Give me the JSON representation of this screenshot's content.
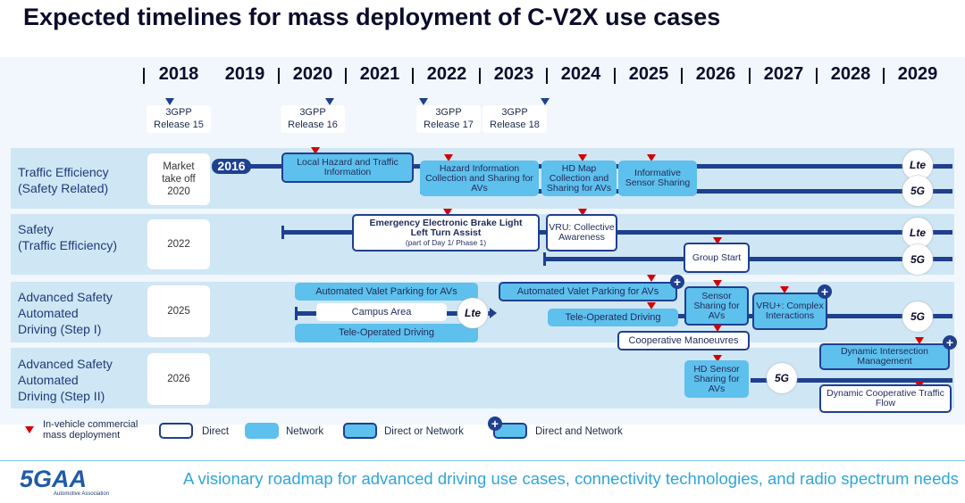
{
  "title": "Expected timelines for mass deployment of C-V2X use cases",
  "years": [
    "2018",
    "2019",
    "2020",
    "2021",
    "2022",
    "2023",
    "2024",
    "2025",
    "2026",
    "2027",
    "2028",
    "2029"
  ],
  "releases": [
    {
      "line1": "3GPP",
      "line2": "Release 15"
    },
    {
      "line1": "3GPP",
      "line2": "Release 16"
    },
    {
      "line1": "3GPP",
      "line2": "Release 17"
    },
    {
      "line1": "3GPP",
      "line2": "Release 18"
    }
  ],
  "rows": [
    {
      "label1": "Traffic Efficiency",
      "label2": "(Safety Related)",
      "label3": "",
      "deployment1": "Market",
      "deployment2": "take off",
      "deployment3": "2020"
    },
    {
      "label1": "Safety",
      "label2": "(Traffic Efficiency)",
      "label3": "",
      "deployment1": "2022",
      "deployment2": "",
      "deployment3": ""
    },
    {
      "label1": "Advanced Safety",
      "label2": "Automated",
      "label3": "Driving (Step I)",
      "deployment1": "2025",
      "deployment2": "",
      "deployment3": ""
    },
    {
      "label1": "Advanced Safety",
      "label2": "Automated",
      "label3": "Driving (Step II)",
      "deployment1": "2026",
      "deployment2": "",
      "deployment3": ""
    }
  ],
  "start_tag": "2016",
  "use_cases": {
    "local_hazard": "Local Hazard and Traffic Information",
    "hazard_info": "Hazard Information Collection and Sharing for AVs",
    "hd_map": "HD Map Collection and Sharing for AVs",
    "informative_sensor": "Informative Sensor Sharing",
    "eebl": "Emergency Electronic Brake Light",
    "left_turn": "Left Turn Assist",
    "day1": "(part of Day 1/ Phase 1)",
    "vru": "VRU: Collective Awareness",
    "group_start": "Group Start",
    "avp_net": "Automated Valet Parking for AVs",
    "campus": "Campus Area",
    "tod_net": "Tele-Operated Driving",
    "avp_plus": "Automated Valet Parking for AVs",
    "tod_dor": "Tele-Operated Driving",
    "sensor_sharing": "Sensor Sharing for AVs",
    "vru_plus": "VRU+: Complex Interactions",
    "coop_man": "Cooperative Manoeuvres",
    "hd_sensor": "HD Sensor Sharing for AVs",
    "dyn_int": "Dynamic Intersection Management",
    "dyn_coop": "Dynamic Cooperative Traffic Flow"
  },
  "tech": {
    "lte": "Lte",
    "five_g": "5G"
  },
  "legend": {
    "marker": "In-vehicle commercial mass deployment",
    "direct": "Direct",
    "network": "Network",
    "direct_or_network": "Direct or Network",
    "direct_and_network": "Direct and Network"
  },
  "footer": {
    "logo": "5GAA",
    "logo_sub": "Automotive Association",
    "tagline": "A visionary roadmap for advanced driving use cases, connectivity technologies, and radio spectrum needs"
  },
  "colors": {
    "navy": "#1f3f8f",
    "network": "#5ec0ec",
    "band": "#cfe6f5",
    "marker": "#d40000",
    "tagline": "#2fa5da"
  }
}
